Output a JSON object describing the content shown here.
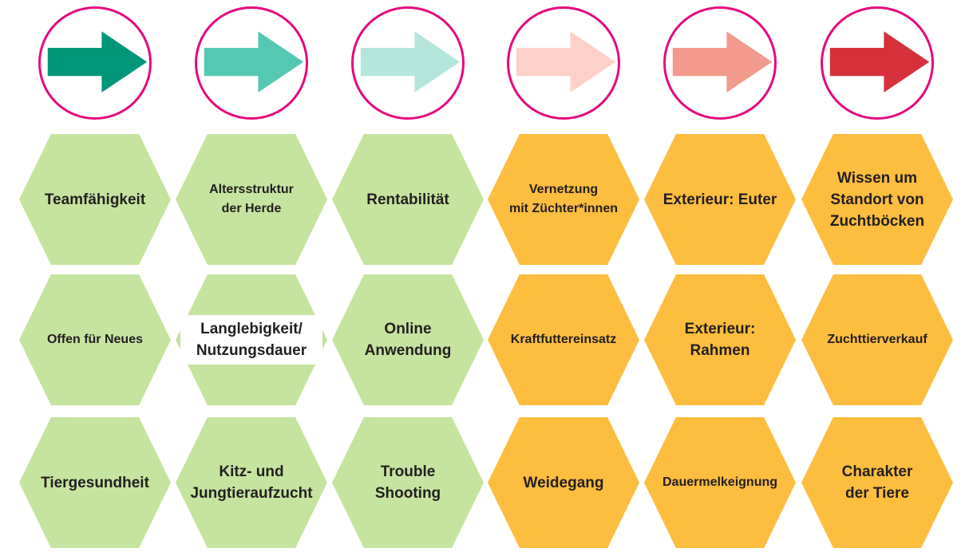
{
  "arrows": [
    {
      "color": "#00967a"
    },
    {
      "color": "#55c8b4"
    },
    {
      "color": "#b4e6dc"
    },
    {
      "color": "#fdd0c8"
    },
    {
      "color": "#f29a8c"
    },
    {
      "color": "#d6313a"
    }
  ],
  "colors": {
    "circle_border": "#e5097f",
    "green": "#c5e4a0",
    "orange": "#fdbd3f"
  },
  "columns": [
    {
      "cells": [
        "Teamfähigkeit",
        "Offen für Neues",
        "Tiergesundheit"
      ]
    },
    {
      "cells": [
        "Altersstruktur\nder Herde",
        "Langlebigkeit/\nNutzungsdauer",
        "Kitz- und\nJungtieraufzucht"
      ]
    },
    {
      "cells": [
        "Rentabilität",
        "Online\nAnwendung",
        "Trouble\nShooting"
      ]
    },
    {
      "cells": [
        "Vernetzung\nmit Züchter*innen",
        "Kraftfuttereinsatz",
        "Weidegang"
      ]
    },
    {
      "cells": [
        "Exterieur: Euter",
        "Exterieur:\nRahmen",
        "Dauermelkeignung"
      ]
    },
    {
      "cells": [
        "Wissen um\nStandort von\nZuchtböcken",
        "Zuchttierverkauf",
        "Charakter\nder Tiere"
      ]
    }
  ]
}
